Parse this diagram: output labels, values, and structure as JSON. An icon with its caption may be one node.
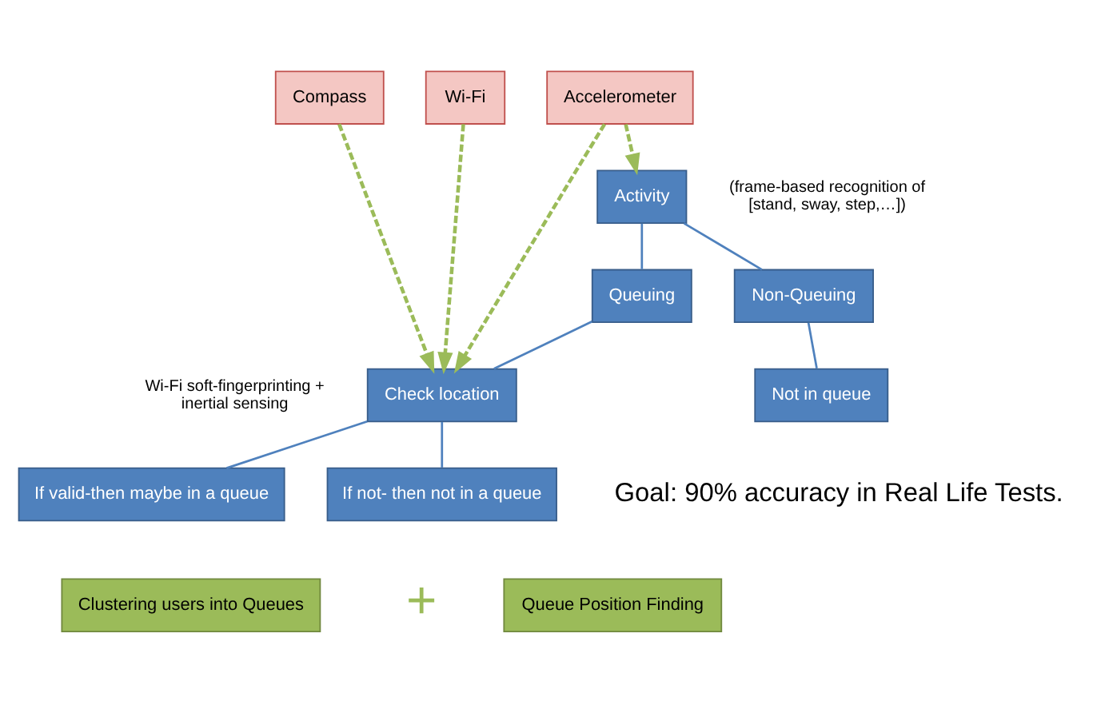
{
  "diagram": {
    "nodes": [
      {
        "text": [
          "Compass"
        ]
      },
      {
        "text": [
          "Wi-Fi"
        ]
      },
      {
        "text": [
          "Accelerometer"
        ]
      },
      {
        "text": [
          "Activity"
        ],
        "beside": [
          "(frame-based recognition of [stand, sway, step,…])"
        ]
      },
      {
        "text": [
          "Queuing"
        ]
      },
      {
        "text": [
          "Non-Queuing"
        ]
      },
      {
        "text": [
          "Check location"
        ],
        "beside": [
          "Wi-Fi soft-fingerprinting + inertial sensing"
        ]
      },
      {
        "text": [
          "Not in queue"
        ]
      },
      {
        "text": [
          "If valid-then maybe in a queue"
        ]
      },
      {
        "text": [
          "If not- then not in a queue"
        ]
      },
      {
        "text": [
          "Clustering users into Queues"
        ]
      },
      {
        "text": [
          "Queue Position Finding"
        ]
      }
    ],
    "edges": [
      {
        "from": 0,
        "to": 6,
        "arrow": "to",
        "style": "dashed",
        "color": "#9bbb59"
      },
      {
        "from": 1,
        "to": 6,
        "arrow": "to",
        "style": "dashed",
        "color": "#9bbb59"
      },
      {
        "from": 2,
        "to": 6,
        "arrow": "to",
        "style": "dashed",
        "color": "#9bbb59"
      },
      {
        "from": 2,
        "to": 3,
        "arrow": "to",
        "style": "dashed",
        "color": "#9bbb59"
      },
      {
        "from": 3,
        "to": 4,
        "arrow": "none"
      },
      {
        "from": 3,
        "to": 5,
        "arrow": "none"
      },
      {
        "from": 4,
        "to": 6,
        "arrow": "none"
      },
      {
        "from": 5,
        "to": 7,
        "arrow": "none"
      },
      {
        "from": 6,
        "to": 8,
        "arrow": "none"
      },
      {
        "from": 6,
        "to": 9,
        "arrow": "none"
      }
    ],
    "labels": [
      "Goal: 90% accuracy in Real Life Tests.",
      "+"
    ]
  }
}
